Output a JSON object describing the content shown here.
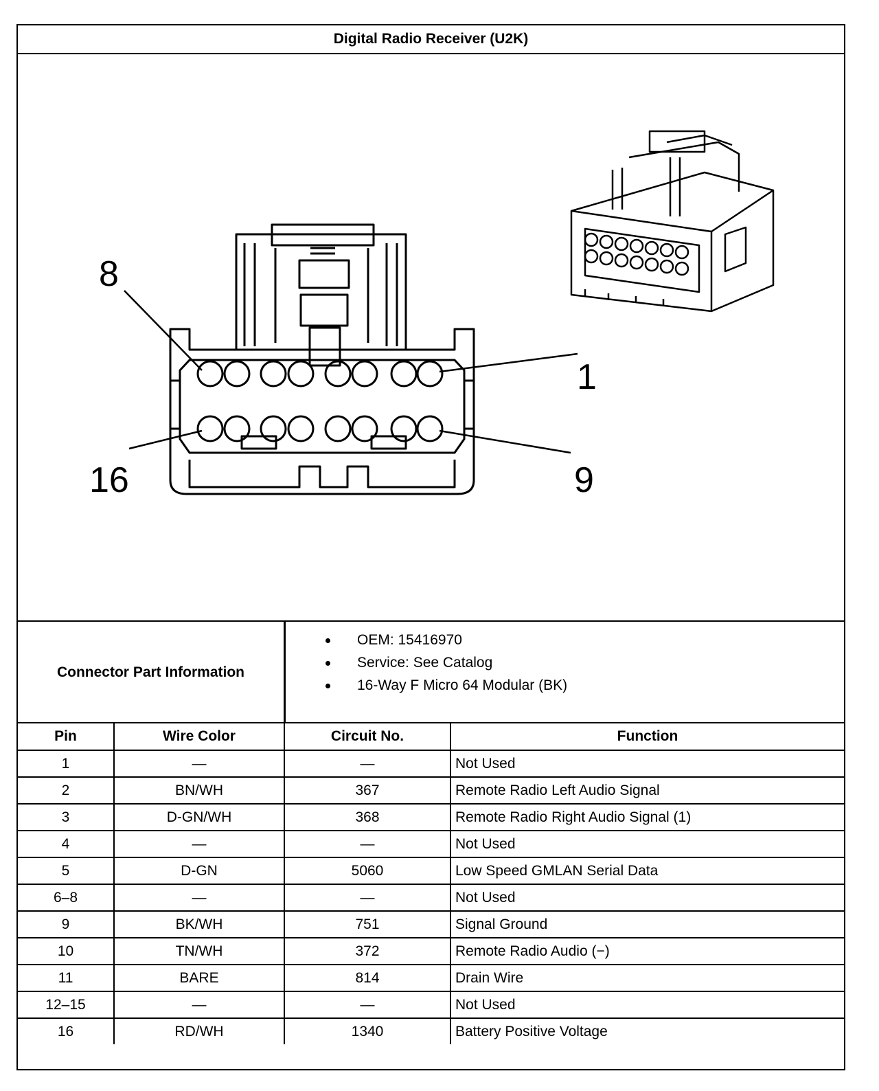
{
  "title": "Digital Radio Receiver (U2K)",
  "diagram": {
    "callouts": {
      "top_left": "8",
      "top_right": "1",
      "bottom_left": "16",
      "bottom_right": "9"
    }
  },
  "connector_info": {
    "label": "Connector Part Information",
    "items": [
      "OEM: 15416970",
      "Service: See Catalog",
      "16-Way F Micro 64 Modular (BK)"
    ]
  },
  "table": {
    "headers": {
      "pin": "Pin",
      "wire_color": "Wire Color",
      "circuit": "Circuit No.",
      "function": "Function"
    },
    "rows": [
      {
        "pin": "1",
        "wire": "—",
        "circuit": "—",
        "function": "Not Used"
      },
      {
        "pin": "2",
        "wire": "BN/WH",
        "circuit": "367",
        "function": "Remote Radio Left Audio Signal"
      },
      {
        "pin": "3",
        "wire": "D-GN/WH",
        "circuit": "368",
        "function": "Remote Radio Right Audio Signal (1)"
      },
      {
        "pin": "4",
        "wire": "—",
        "circuit": "—",
        "function": "Not Used"
      },
      {
        "pin": "5",
        "wire": "D-GN",
        "circuit": "5060",
        "function": "Low Speed GMLAN Serial Data"
      },
      {
        "pin": "6–8",
        "wire": "—",
        "circuit": "—",
        "function": "Not Used"
      },
      {
        "pin": "9",
        "wire": "BK/WH",
        "circuit": "751",
        "function": "Signal Ground"
      },
      {
        "pin": "10",
        "wire": "TN/WH",
        "circuit": "372",
        "function": "Remote Radio Audio (−)"
      },
      {
        "pin": "11",
        "wire": "BARE",
        "circuit": "814",
        "function": "Drain Wire"
      },
      {
        "pin": "12–15",
        "wire": "—",
        "circuit": "—",
        "function": "Not Used"
      },
      {
        "pin": "16",
        "wire": "RD/WH",
        "circuit": "1340",
        "function": "Battery Positive Voltage"
      }
    ]
  }
}
